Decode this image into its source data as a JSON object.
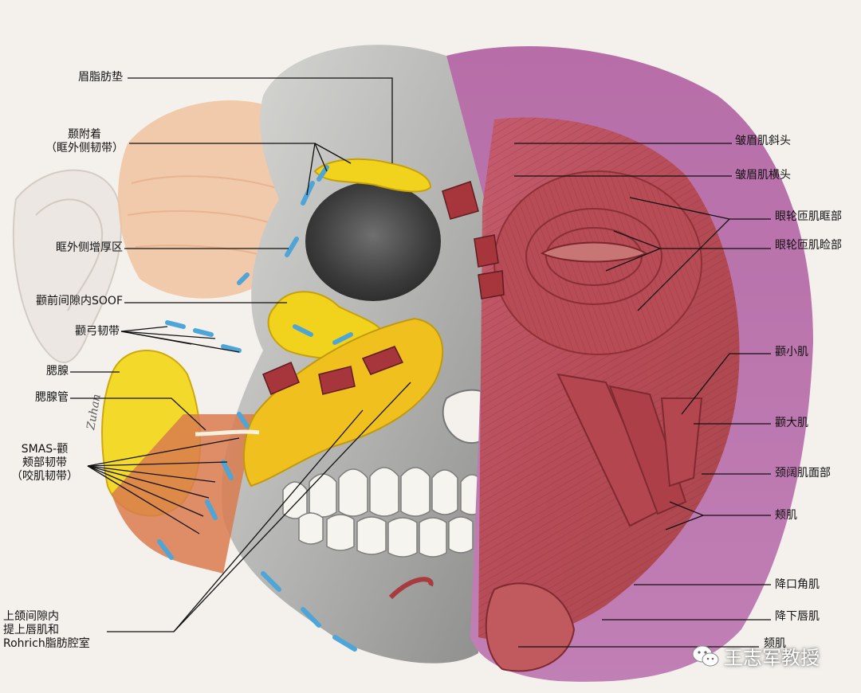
{
  "labels_left": [
    {
      "id": "brow-fat-pad",
      "text": "眉脂肪垫"
    },
    {
      "id": "temporal-attachment",
      "lines": [
        "颞附着",
        "（眶外侧韧带）"
      ]
    },
    {
      "id": "lateral-orbital-thickening",
      "text": "眶外侧增厚区"
    },
    {
      "id": "preperiosteal-soof",
      "text": "颧前间隙内SOOF"
    },
    {
      "id": "zygomatic-arch-ligament",
      "text": "颧弓韧带"
    },
    {
      "id": "parotid-gland",
      "text": "腮腺"
    },
    {
      "id": "parotid-duct",
      "text": "腮腺管"
    },
    {
      "id": "smas-ligament",
      "lines": [
        "SMAS-颧",
        "颊部韧带",
        "（咬肌韧带）"
      ]
    },
    {
      "id": "maxillary-space",
      "lines": [
        "上颌间隙内",
        "提上唇肌和",
        "Rohrich脂肪腔室"
      ]
    }
  ],
  "labels_right": [
    {
      "id": "corrugator-oblique",
      "text": "皱眉肌斜头"
    },
    {
      "id": "corrugator-transverse",
      "text": "皱眉肌横头"
    },
    {
      "id": "orbicularis-orbital",
      "text": "眼轮匝肌眶部"
    },
    {
      "id": "orbicularis-palpebral",
      "text": "眼轮匝肌睑部"
    },
    {
      "id": "zygomaticus-minor",
      "text": "颧小肌"
    },
    {
      "id": "zygomaticus-major",
      "text": "颧大肌"
    },
    {
      "id": "platysma-facial",
      "text": "颈阔肌面部"
    },
    {
      "id": "buccinator",
      "text": "颊肌"
    },
    {
      "id": "depressor-anguli-oris",
      "text": "降口角肌"
    },
    {
      "id": "depressor-labii-inferioris",
      "text": "降下唇肌"
    },
    {
      "id": "mentalis",
      "text": "颏肌"
    }
  ],
  "watermark": {
    "text": "王志军教授",
    "icon": "wechat-icon"
  },
  "signature": "Zuhan",
  "colors": {
    "skull": "#b9b9b9",
    "muscle": "#b4464c",
    "fat": "#f1cf1c",
    "ligament": "#4da5d8",
    "background": "#f4f1ec"
  }
}
